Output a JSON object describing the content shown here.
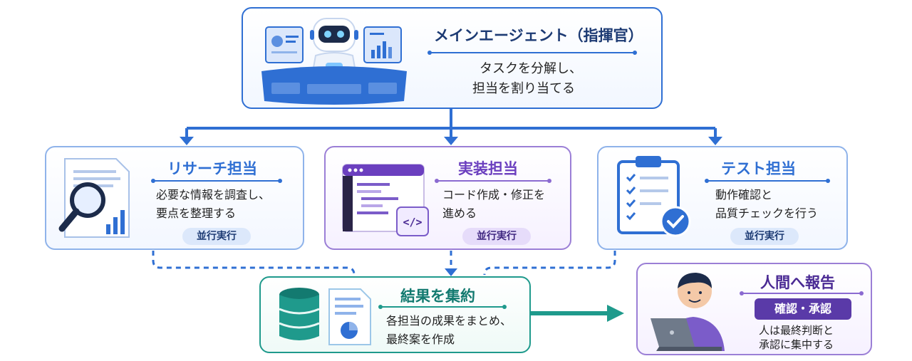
{
  "main_agent": {
    "title": "メインエージェント（指揮官）",
    "desc_line1": "タスクを分解し、",
    "desc_line2": "担当を割り当てる"
  },
  "research": {
    "title": "リサーチ担当",
    "desc_line1": "必要な情報を調査し、",
    "desc_line2": "要点を整理する",
    "badge": "並行実行"
  },
  "implementation": {
    "title": "実装担当",
    "desc_line1": "コード作成・修正を",
    "desc_line2": "進める",
    "badge": "並行実行",
    "code_tag": "</>"
  },
  "test": {
    "title": "テスト担当",
    "desc_line1": "動作確認と",
    "desc_line2": "品質チェックを行う",
    "badge": "並行実行"
  },
  "aggregate": {
    "title": "結果を集約",
    "desc_line1": "各担当の成果をまとめ、",
    "desc_line2": "最終案を作成"
  },
  "human": {
    "title": "人間へ報告",
    "badge": "確認・承認",
    "desc_line1": "人は最終判断と",
    "desc_line2": "承認に集中する"
  },
  "colors": {
    "blue": "#2f6fd3",
    "purple": "#6b3fbf",
    "teal": "#1f9a8c",
    "navy": "#1c3a73"
  }
}
